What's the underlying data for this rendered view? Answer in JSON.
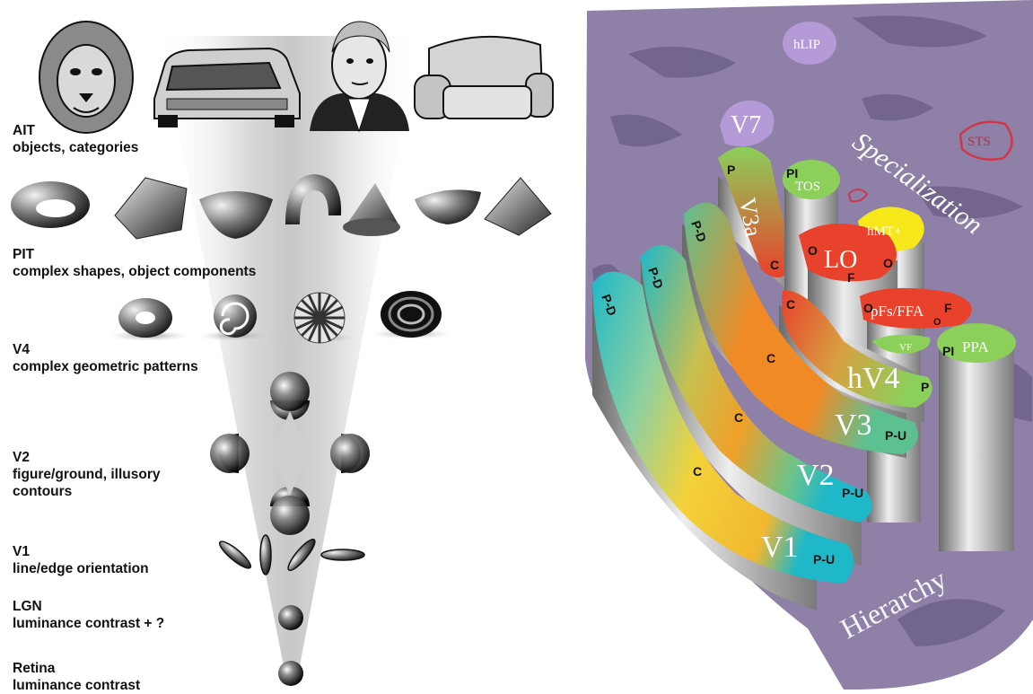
{
  "left_panel": {
    "levels": [
      {
        "name": "AIT",
        "description": "objects, categories"
      },
      {
        "name": "PIT",
        "description": "complex shapes, object components"
      },
      {
        "name": "V4",
        "description": "complex geometric patterns"
      },
      {
        "name": "V2",
        "description": "figure/ground, illusory contours"
      },
      {
        "name": "V1",
        "description": "line/edge orientation"
      },
      {
        "name": "LGN",
        "description": "luminance contrast + ?"
      },
      {
        "name": "Retina",
        "description": "luminance contrast"
      }
    ]
  },
  "right_panel": {
    "areas": {
      "v1": "V1",
      "v2": "V2",
      "v3": "V3",
      "hv4": "hV4",
      "v3a": "V3a",
      "tos": "TOS",
      "lo": "LO",
      "pfs_ffa": "pFs/FFA",
      "ppa": "PPA",
      "hmt": "hMT+",
      "v7": "V7",
      "hlip": "hLIP",
      "sts": "STS",
      "vf": "VF"
    },
    "markers": {
      "pd": "P-D",
      "pu": "P-U",
      "c": "C",
      "p": "P",
      "pi": "PI",
      "o": "O",
      "f": "F"
    },
    "axis_labels": {
      "specialization": "Specialization",
      "hierarchy": "Hierarchy"
    },
    "colors": {
      "cortex": "#8e80a6",
      "cortex_dark": "#6d5f88",
      "periphery_cyan": "#1fb8c8",
      "center_yellow": "#f3d23a",
      "center_orange": "#f08a24",
      "red": "#e8412c",
      "green": "#8ccf5a",
      "yellow": "#f7e81c",
      "lavender": "#b49ad6"
    }
  }
}
